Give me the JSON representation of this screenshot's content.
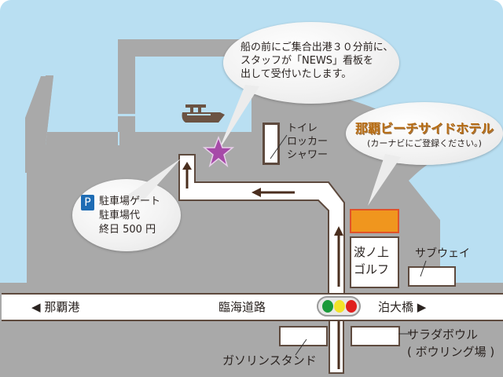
{
  "map": {
    "colors": {
      "water": "#b9dff2",
      "land": "#a9a9a9",
      "outline": "#5e4a3e",
      "arrow": "#4a2e1e",
      "hotel_box": "#f0961e",
      "hotel_border": "#e0522a",
      "hotel_title": "#b56a10",
      "star": "#a64aa8",
      "parking_badge": "#1e6cb4",
      "boat": "#6b5343",
      "signal_green": "#1a9a3a",
      "signal_yellow": "#f3e22a",
      "signal_red": "#e0201e"
    },
    "meeting_bubble": {
      "lines": [
        "船の前にご集合出港３０分前に、",
        "スタッフが「NEWS」看板を",
        "出して受付いたします。"
      ]
    },
    "hotel_bubble": {
      "title": "那覇ビーチサイドホテル",
      "subtitle": "(カーナビにご登録ください。)"
    },
    "parking_bubble": {
      "badge": "P",
      "lines": [
        "駐車場ゲート",
        "駐車場代",
        "終日 500 円"
      ]
    },
    "facility_label": {
      "lines": [
        "トイレ",
        "ロッカー",
        "シャワー"
      ]
    },
    "buildings": {
      "golf": [
        "波ノ上",
        "ゴルフ"
      ],
      "subway": "サブウェイ",
      "bowling": [
        "サラダボウル",
        "( ボウリング場 )"
      ],
      "gas_station": "ガソリンスタンド"
    },
    "main_road": {
      "name": "臨海道路",
      "left_destination": "那覇港",
      "right_destination": "泊大橋"
    },
    "icons": {
      "star": "meeting-point-star-icon",
      "boat": "boat-icon",
      "signal": "traffic-signal-icon",
      "left_arrow": "◀",
      "right_arrow": "▶"
    }
  }
}
